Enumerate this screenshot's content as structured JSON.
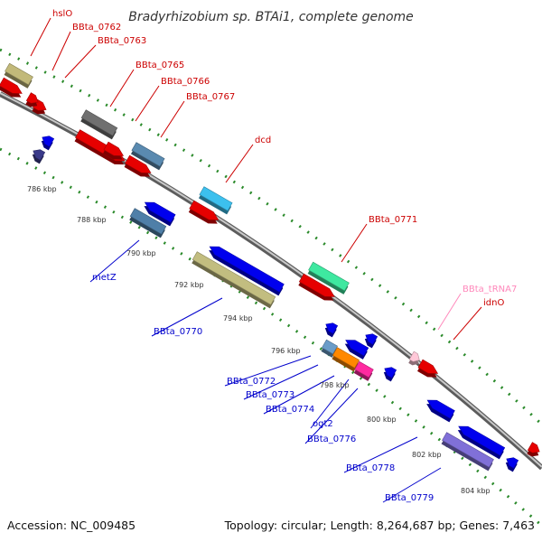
{
  "title": "Bradyrhizobium sp. BTAi1, complete genome",
  "footer": {
    "accession": "Accession: NC_009485",
    "summary": "Topology: circular; Length: 8,264,687 bp; Genes: 7,463"
  },
  "colors": {
    "forward_label": "#cc0000",
    "reverse_label": "#0000cc",
    "trna_label": "#ff88bb",
    "backbone": "#8c8c8c",
    "tick": "#2a8a2a"
  },
  "tick_labels": [
    "786 kbp",
    "788 kbp",
    "790 kbp",
    "792 kbp",
    "794 kbp",
    "796 kbp",
    "798 kbp",
    "800 kbp",
    "802 kbp",
    "804 kbp"
  ],
  "forward_genes": [
    {
      "label": "hslO",
      "color": "#c2b97a"
    },
    {
      "label": "BBta_0762",
      "color": "#e60000"
    },
    {
      "label": "BBta_0763",
      "color": "#e60000"
    },
    {
      "label": "BBta_0765",
      "color": "#707070"
    },
    {
      "label": "BBta_0766",
      "color": "#e60000"
    },
    {
      "label": "BBta_0767",
      "color": "#5a8ab0"
    },
    {
      "label": "dcd",
      "color": "#3cc0ee"
    },
    {
      "label": "BBta_0771",
      "color": "#3ee8a0"
    },
    {
      "label": "BBta_tRNA7",
      "color": "#ffc8d8"
    },
    {
      "label": "idnO",
      "color": "#e60000"
    }
  ],
  "reverse_genes": [
    {
      "label": "metZ",
      "color": "#4f7fa8"
    },
    {
      "label": "BBta_0770",
      "color": "#c2bd80"
    },
    {
      "label": "BBta_0772",
      "color": "#6a9cc8"
    },
    {
      "label": "BBta_0773",
      "color": "#ff8800"
    },
    {
      "label": "BBta_0774",
      "color": "#ff2aa0"
    },
    {
      "label": "ogt2",
      "color": "#0000ee"
    },
    {
      "label": "BBta_0776",
      "color": "#0000ee"
    },
    {
      "label": "BBta_0778",
      "color": "#0000ee"
    },
    {
      "label": "BBta_0779",
      "color": "#8070d8"
    }
  ]
}
